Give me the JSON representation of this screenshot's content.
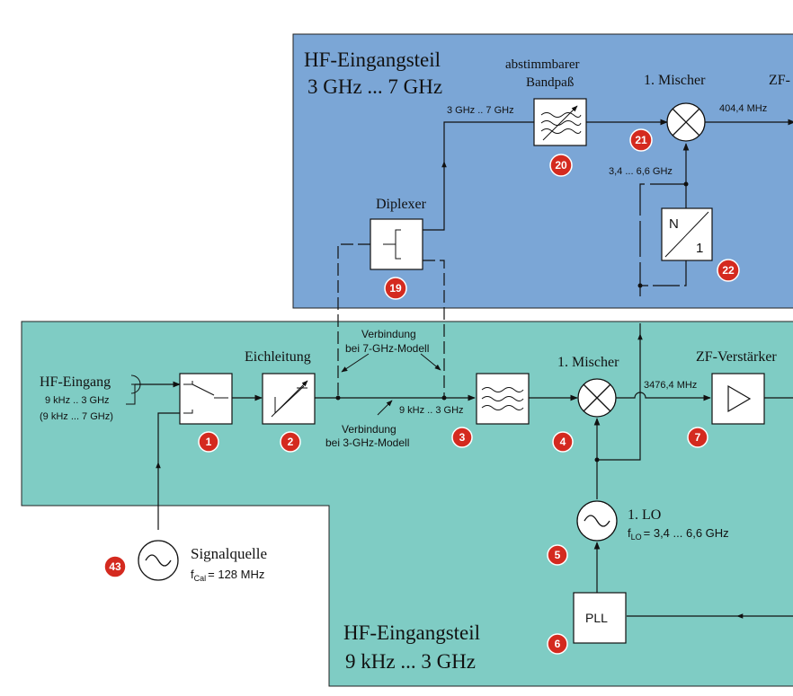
{
  "colors": {
    "upper_panel": "#7ba6d6",
    "lower_panel": "#7fccc4",
    "badge": "#d42a1f",
    "line": "#111111"
  },
  "upper_section": {
    "title_line1": "HF-Eingangsteil",
    "title_line2": "3 GHz ... 7 GHz"
  },
  "lower_section": {
    "title_line1": "HF-Eingangsteil",
    "title_line2": "9 kHz ...  3 GHz"
  },
  "labels": {
    "bandpass_line1": "abstimmbarer",
    "bandpass_line2": "Bandpaß",
    "mixer1_upper": "1. Mischer",
    "zf_upper": "ZF-",
    "freq_3_7": "3 GHz .. 7 GHz",
    "freq_404": "404,4 MHz",
    "freq_lo_upper": "3,4 ... 6,6 GHz",
    "diplexer": "Diplexer",
    "divider_n": "N",
    "divider_1": "1",
    "hf_input": "HF-Eingang",
    "hf_input_range": "9 kHz .. 3 GHz",
    "hf_input_range_alt": "(9 kHz ... 7 GHz)",
    "attenuator": "Eichleitung",
    "conn7_line1": "Verbindung",
    "conn7_line2": "bei 7-GHz-Modell",
    "conn3_line1": "Verbindung",
    "conn3_line2": "bei 3-GHz-Modell",
    "freq_9k_3g": "9 kHz .. 3 GHz",
    "mixer1_lower": "1. Mischer",
    "freq_3476": "3476,4 MHz",
    "zf_amp": "ZF-Verstärker",
    "lo_label": "1. LO",
    "lo_freq_f": "f",
    "lo_freq_sub": "LO",
    "lo_freq_value": "= 3,4 ... 6,6 GHz",
    "pll": "PLL",
    "signal_source": "Signalquelle",
    "cal_f": "f",
    "cal_sub": "Cal",
    "cal_value": "= 128 MHz"
  },
  "badges": {
    "b1": "1",
    "b2": "2",
    "b3": "3",
    "b4": "4",
    "b5": "5",
    "b6": "6",
    "b7": "7",
    "b19": "19",
    "b20": "20",
    "b21": "21",
    "b22": "22",
    "b43": "43"
  }
}
